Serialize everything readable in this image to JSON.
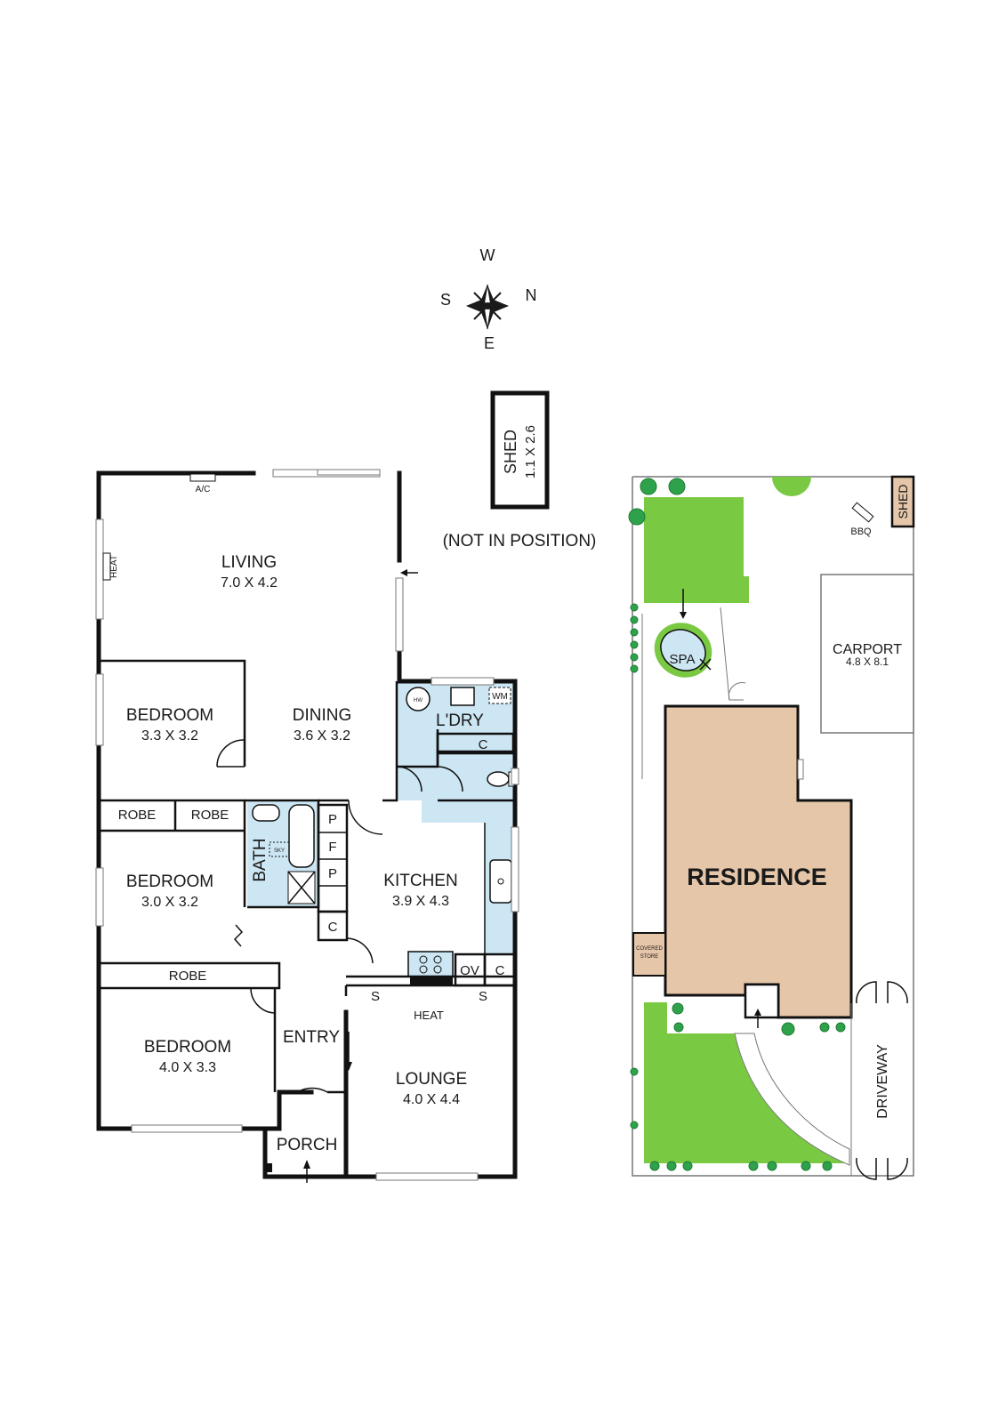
{
  "compass": {
    "w": "W",
    "s": "S",
    "n": "N",
    "e": "E"
  },
  "shed_plan": {
    "label": "SHED",
    "dims": "1.1 X 2.6",
    "note": "(NOT IN POSITION)"
  },
  "floor_plan": {
    "living": {
      "name": "LIVING",
      "dims": "7.0 X 4.2"
    },
    "ac": "A/C",
    "heat_living": "HEAT",
    "bedroom1": {
      "name": "BEDROOM",
      "dims": "3.3 X 3.2"
    },
    "dining": {
      "name": "DINING",
      "dims": "3.6 X 3.2"
    },
    "laundry": {
      "name": "L'DRY",
      "hw": "HW",
      "wm": "WM",
      "cupboard": "C"
    },
    "robe1": "ROBE",
    "robe2": "ROBE",
    "bath": "BATH",
    "sky": "SKY",
    "pantry1": "P",
    "fridge": "F",
    "pantry2": "P",
    "linen": "C",
    "kitchen": {
      "name": "KITCHEN",
      "dims": "3.9 X 4.3"
    },
    "bedroom2": {
      "name": "BEDROOM",
      "dims": "3.0 X 3.2"
    },
    "robe3": "ROBE",
    "oven": "OV",
    "kitchen_cupboard": "C",
    "shelf1": "S",
    "shelf2": "S",
    "heat_lounge": "HEAT",
    "bedroom3": {
      "name": "BEDROOM",
      "dims": "4.0 X 3.3"
    },
    "entry": "ENTRY",
    "lounge": {
      "name": "LOUNGE",
      "dims": "4.0 X 4.4"
    },
    "porch": "PORCH"
  },
  "site_plan": {
    "shed": "SHED",
    "bbq": "BBQ",
    "spa": "SPA",
    "carport": {
      "name": "CARPORT",
      "dims": "4.8 X 8.1"
    },
    "residence": "RESIDENCE",
    "covered_store_1": "COVERED",
    "covered_store_2": "STORE",
    "driveway": "DRIVEWAY"
  }
}
